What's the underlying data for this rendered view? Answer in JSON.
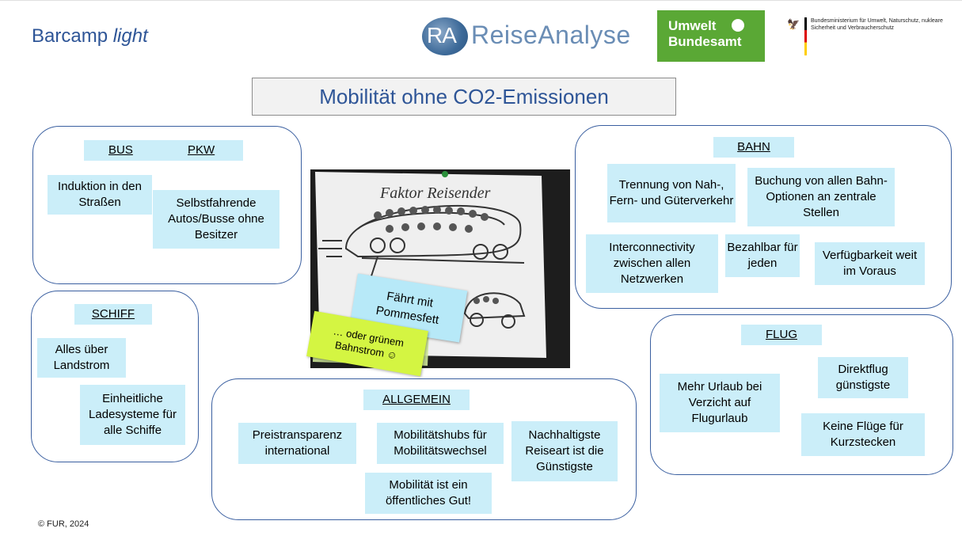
{
  "header": {
    "title_plain": "Barcamp ",
    "title_italic": "light",
    "ra_logo_initials": "RA",
    "ra_logo_text": "ReiseAnalyse",
    "uba_line1": "Umwelt",
    "uba_line2": "Bundesamt",
    "bmu_text": "Bundesministerium für Umwelt, Naturschutz, nukleare Sicherheit und Verbraucherschutz"
  },
  "headline": "Mobilität ohne CO2-Emissionen",
  "groups": {
    "road": {
      "bus": "BUS",
      "pkw": "PKW",
      "items": [
        "Induktion in den Straßen",
        "Selbstfahrende Autos/Busse ohne Besitzer"
      ]
    },
    "schiff": {
      "title": "SCHIFF",
      "items": [
        "Alles über Landstrom",
        "Einheitliche Ladesysteme für alle Schiffe"
      ]
    },
    "bahn": {
      "title": "BAHN",
      "items": [
        "Trennung von Nah-, Fern- und Güterverkehr",
        "Buchung von allen Bahn-Optionen an zentrale Stellen",
        "Interconnectivity zwischen allen Netzwerken",
        "Bezahlbar für jeden",
        "Verfügbarkeit weit im Voraus"
      ]
    },
    "flug": {
      "title": "FLUG",
      "items": [
        "Mehr Urlaub bei Verzicht auf Flugurlaub",
        "Direktflug günstigste",
        "Keine Flüge für Kurzstecken"
      ]
    },
    "allgemein": {
      "title": "ALLGEMEIN",
      "items": [
        "Preistransparenz international",
        "Mobilitätshubs für Mobilitätswechsel",
        "Nachhaltigste Reiseart ist die Günstigste",
        "Mobilität ist ein öffentliches Gut!"
      ]
    }
  },
  "photo": {
    "handwriting": "Faktor Reisender",
    "note_blue": "Fährt mit Pommesfett",
    "note_green": "… oder grünem Bahnstrom ☺"
  },
  "footer": "© FUR, 2024",
  "colors": {
    "accent_blue": "#2e5597",
    "label_fill": "#cbeef9",
    "uba_green": "#5aa835",
    "note_green": "#d4f542"
  }
}
